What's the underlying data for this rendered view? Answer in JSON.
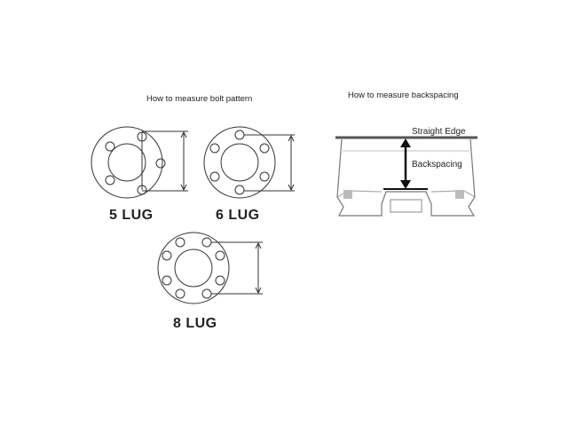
{
  "bolt_pattern": {
    "title": "How to measure bolt pattern",
    "labels": [
      "5 LUG",
      "6 LUG",
      "8 LUG"
    ]
  },
  "backspacing": {
    "title": "How to measure backspacing",
    "straight_edge_label": "Straight Edge",
    "backspacing_label": "Backspacing"
  }
}
